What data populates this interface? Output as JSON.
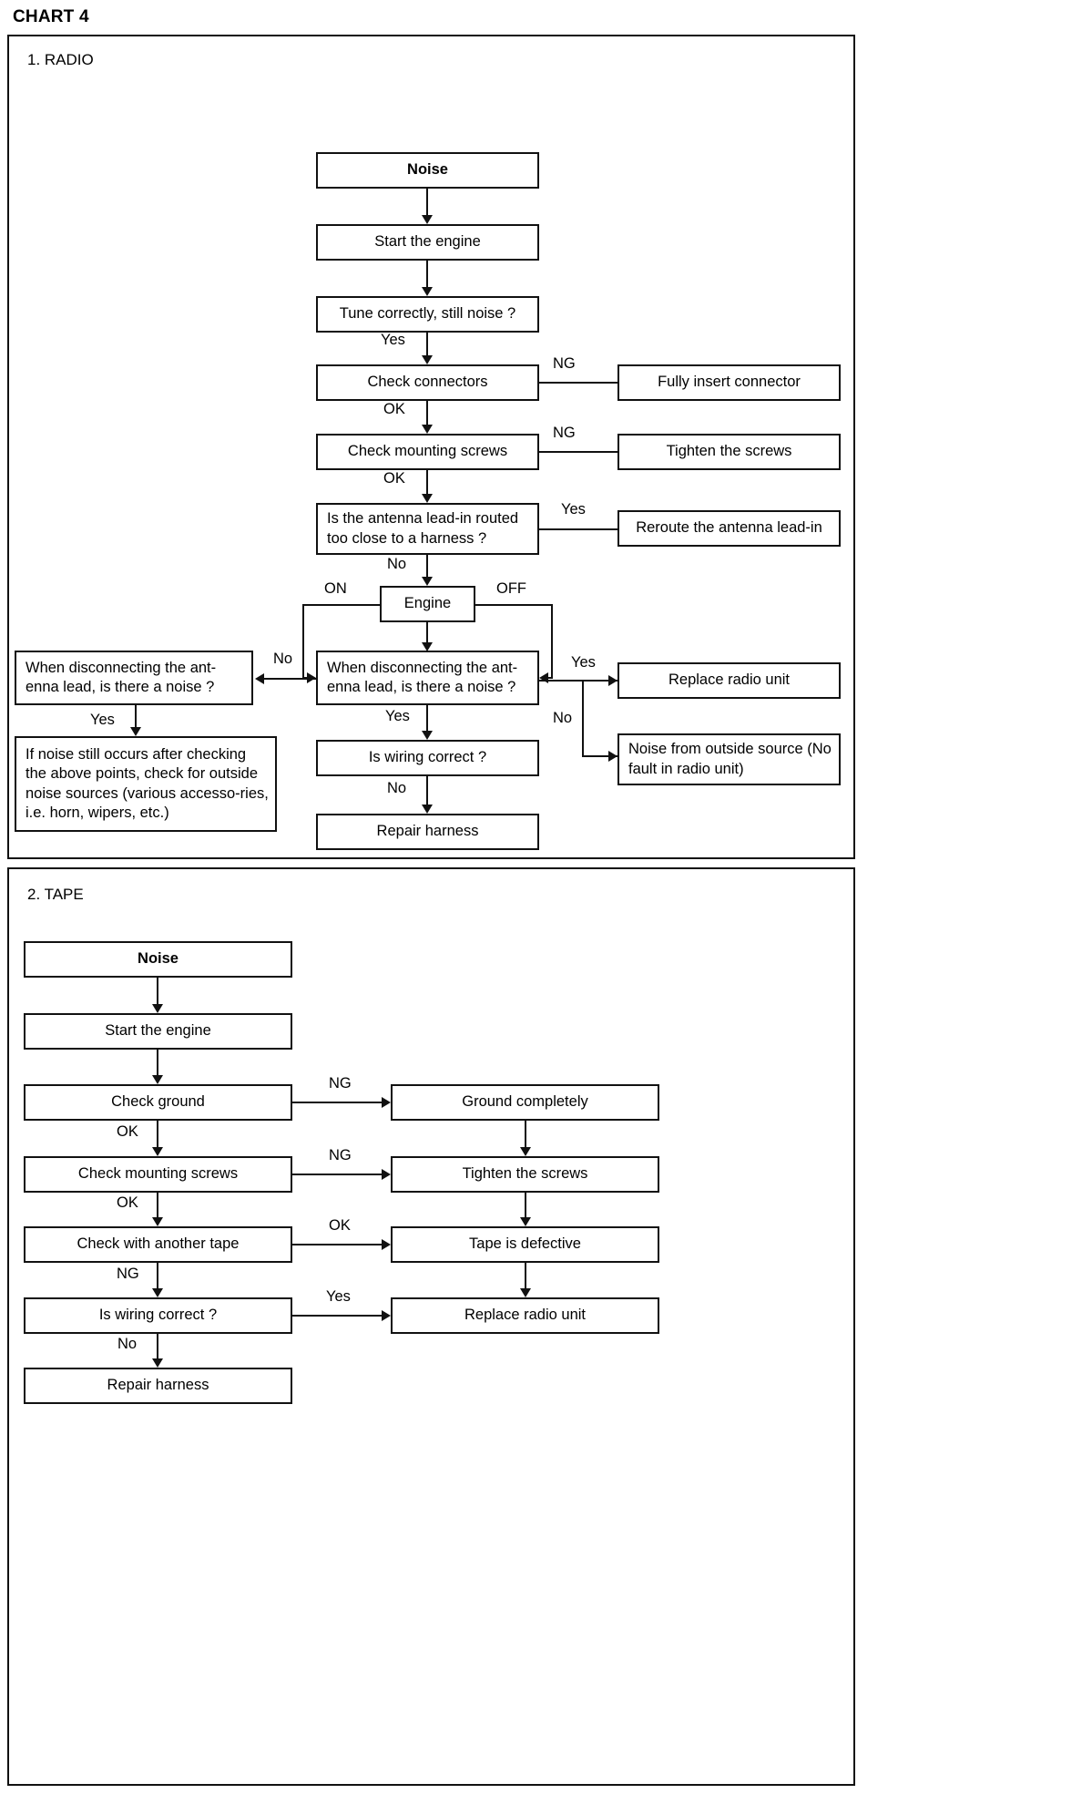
{
  "chart_title": "CHART 4",
  "sections": [
    {
      "label": "1.  RADIO",
      "boxes": {
        "noise": "Noise",
        "start_engine": "Start the engine",
        "tune": "Tune correctly, still noise ?",
        "check_connectors": "Check connectors",
        "fully_insert": "Fully insert connector",
        "check_screws": "Check mounting screws",
        "tighten_screws": "Tighten the screws",
        "antenna_routed": "Is the antenna lead-in routed too close to a harness ?",
        "reroute": "Reroute the antenna lead-in",
        "engine": "Engine",
        "disconnect_left": "When disconnecting the ant-enna lead, is there a noise ?",
        "disconnect_center": "When disconnecting  the ant-enna lead, is there a noise ?",
        "replace_radio": "Replace radio unit",
        "outside_source": "Noise from outside source (No fault in radio unit)",
        "if_noise_still": "If noise still occurs after checking the above points, check for outside noise sources (various accesso-ries, i.e. horn, wipers, etc.)",
        "wiring_correct": "Is wiring correct ?",
        "repair_harness": "Repair harness"
      },
      "edge_labels": {
        "tune_yes": "Yes",
        "connectors_ng": "NG",
        "connectors_ok": "OK",
        "screws_ng": "NG",
        "screws_ok": "OK",
        "antenna_yes": "Yes",
        "antenna_no": "No",
        "engine_on": "ON",
        "engine_off": "OFF",
        "disconnect_no": "No",
        "disconnect_yes_right": "Yes",
        "disconnect_no_right": "No",
        "disconnect_yes_down": "Yes",
        "left_yes": "Yes",
        "wiring_no": "No"
      }
    },
    {
      "label": "2.  TAPE",
      "boxes": {
        "noise": "Noise",
        "start_engine": "Start the engine",
        "check_ground": "Check ground",
        "ground_completely": "Ground completely",
        "check_screws": "Check mounting screws",
        "tighten_screws": "Tighten the screws",
        "check_another_tape": "Check with another tape",
        "tape_defective": "Tape is defective",
        "wiring_correct": "Is wiring correct ?",
        "replace_radio": "Replace radio unit",
        "repair_harness": "Repair harness"
      },
      "edge_labels": {
        "ground_ng": "NG",
        "ground_ok": "OK",
        "screws_ng": "NG",
        "screws_ok": "OK",
        "tape_ok": "OK",
        "tape_ng": "NG",
        "wiring_yes": "Yes",
        "wiring_no": "No"
      }
    }
  ],
  "flow_data": {
    "type": "diagram",
    "title": "CHART 4",
    "diagrams": [
      {
        "name": "1.  RADIO",
        "nodes": [
          "Noise",
          "Start the engine",
          "Tune correctly, still noise ?",
          "Check connectors",
          "Fully insert connector",
          "Check mounting screws",
          "Tighten the screws",
          "Is the antenna lead-in routed too close to a harness ?",
          "Reroute the antenna lead-in",
          "Engine",
          "When disconnecting the ant-enna lead, is there a noise ?",
          "When disconnecting  the ant-enna lead, is there a noise ?",
          "Replace radio unit",
          "Noise from outside source (No fault in radio unit)",
          "If noise still occurs after checking the above points, check for outside noise sources (various accesso-ries, i.e. horn, wipers, etc.)",
          "Is wiring correct ?",
          "Repair harness"
        ],
        "edges": [
          {
            "from": "Noise",
            "to": "Start the engine",
            "label": ""
          },
          {
            "from": "Start the engine",
            "to": "Tune correctly, still noise ?",
            "label": ""
          },
          {
            "from": "Tune correctly, still noise ?",
            "to": "Check connectors",
            "label": "Yes"
          },
          {
            "from": "Check connectors",
            "to": "Fully insert connector",
            "label": "NG"
          },
          {
            "from": "Check connectors",
            "to": "Check mounting screws",
            "label": "OK"
          },
          {
            "from": "Check mounting screws",
            "to": "Tighten the screws",
            "label": "NG"
          },
          {
            "from": "Check mounting screws",
            "to": "Is the antenna lead-in routed too close to a harness ?",
            "label": "OK"
          },
          {
            "from": "Is the antenna lead-in routed too close to a harness ?",
            "to": "Reroute the antenna lead-in",
            "label": "Yes"
          },
          {
            "from": "Is the antenna lead-in routed too close to a harness ?",
            "to": "Engine",
            "label": "No"
          },
          {
            "from": "Engine",
            "to": "When disconnecting the ant-enna lead, is there a noise ?",
            "label": "ON"
          },
          {
            "from": "Engine",
            "to": "When disconnecting  the ant-enna lead, is there a noise ?",
            "label": "OFF"
          },
          {
            "from": "When disconnecting  the ant-enna lead, is there a noise ?",
            "to": "When disconnecting the ant-enna lead, is there a noise ?",
            "label": "No"
          },
          {
            "from": "When disconnecting  the ant-enna lead, is there a noise ?",
            "to": "Replace radio unit",
            "label": "Yes"
          },
          {
            "from": "When disconnecting  the ant-enna lead, is there a noise ?",
            "to": "Noise from outside source (No fault in radio unit)",
            "label": "No"
          },
          {
            "from": "When disconnecting  the ant-enna lead, is there a noise ?",
            "to": "Is wiring correct ?",
            "label": "Yes"
          },
          {
            "from": "When disconnecting the ant-enna lead, is there a noise ?",
            "to": "If noise still occurs after checking the above points, check for outside noise sources (various accesso-ries, i.e. horn, wipers, etc.)",
            "label": "Yes"
          },
          {
            "from": "Is wiring correct ?",
            "to": "Repair harness",
            "label": "No"
          }
        ]
      },
      {
        "name": "2.  TAPE",
        "nodes": [
          "Noise",
          "Start the engine",
          "Check ground",
          "Ground completely",
          "Check mounting screws",
          "Tighten the screws",
          "Check with another tape",
          "Tape is defective",
          "Is wiring correct ?",
          "Replace radio unit",
          "Repair harness"
        ],
        "edges": [
          {
            "from": "Noise",
            "to": "Start the engine",
            "label": ""
          },
          {
            "from": "Start the engine",
            "to": "Check ground",
            "label": ""
          },
          {
            "from": "Check ground",
            "to": "Ground completely",
            "label": "NG"
          },
          {
            "from": "Check ground",
            "to": "Check mounting screws",
            "label": "OK"
          },
          {
            "from": "Ground completely",
            "to": "Tighten the screws",
            "label": ""
          },
          {
            "from": "Check mounting screws",
            "to": "Tighten the screws",
            "label": "NG"
          },
          {
            "from": "Check mounting screws",
            "to": "Check with another tape",
            "label": "OK"
          },
          {
            "from": "Tighten the screws",
            "to": "Tape is defective",
            "label": ""
          },
          {
            "from": "Check with another tape",
            "to": "Tape is defective",
            "label": "OK"
          },
          {
            "from": "Check with another tape",
            "to": "Is wiring correct ?",
            "label": "NG"
          },
          {
            "from": "Tape is defective",
            "to": "Replace radio unit",
            "label": ""
          },
          {
            "from": "Is wiring correct ?",
            "to": "Replace radio unit",
            "label": "Yes"
          },
          {
            "from": "Is wiring correct ?",
            "to": "Repair harness",
            "label": "No"
          }
        ]
      }
    ]
  }
}
